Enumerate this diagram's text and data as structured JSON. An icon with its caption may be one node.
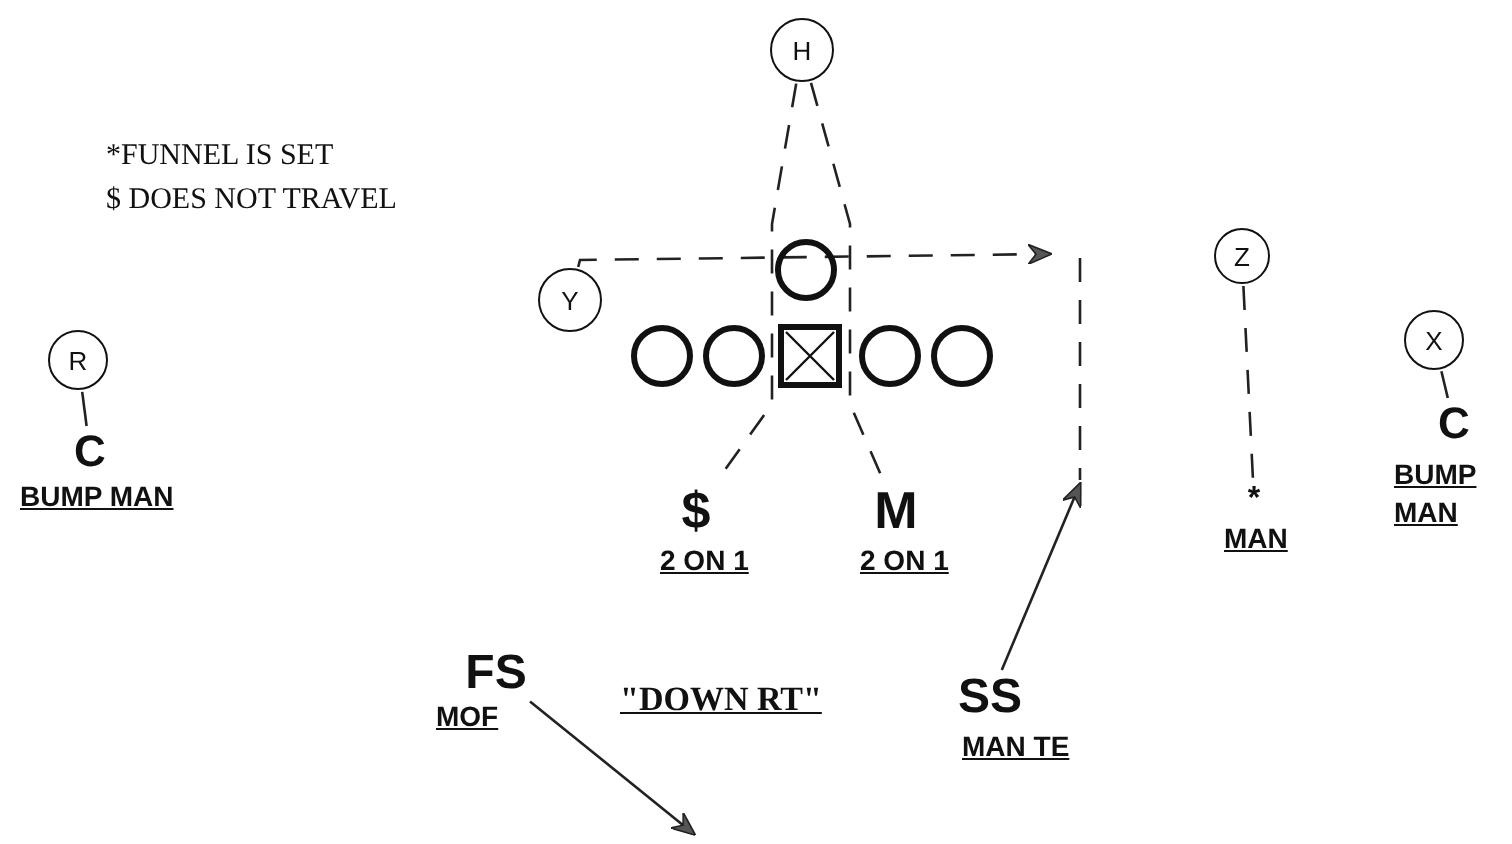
{
  "diagram": {
    "nodes": [
      {
        "text": [
          "H"
        ]
      },
      {
        "text": [
          "Y"
        ]
      },
      {
        "text": [],
        "shape": "circle"
      },
      {
        "text": [
          "Z"
        ]
      },
      {
        "text": [
          "X"
        ]
      },
      {
        "text": [
          "R"
        ]
      },
      {
        "text": [],
        "shape": "circle"
      },
      {
        "text": [],
        "shape": "circle"
      },
      {
        "text": [],
        "shape": "box"
      },
      {
        "text": [],
        "shape": "circle"
      },
      {
        "text": [],
        "shape": "circle"
      },
      {
        "text": [
          "C"
        ],
        "beside": [
          "BUMP MAN"
        ]
      },
      {
        "text": [
          "$"
        ],
        "beside": [
          "2 ON 1"
        ]
      },
      {
        "text": [
          "M"
        ],
        "beside": [
          "2 ON 1"
        ]
      },
      {
        "text": [
          "C"
        ],
        "beside": [
          "BUMP MAN"
        ]
      },
      {
        "text": [
          "*"
        ],
        "beside": [
          "MAN"
        ]
      },
      {
        "text": [
          "FS"
        ],
        "beside": [
          "MOF"
        ]
      },
      {
        "text": [
          "SS"
        ],
        "beside": [
          "MAN TE"
        ]
      }
    ],
    "edges": [
      {
        "from": 0,
        "to": 12,
        "arrow": "none",
        "style": "dashed"
      },
      {
        "from": 0,
        "to": 13,
        "arrow": "none",
        "style": "dashed"
      },
      {
        "from": 1,
        "to": null,
        "arrow": "to",
        "style": "dashed"
      },
      {
        "from": 5,
        "to": 11,
        "arrow": "none"
      },
      {
        "from": 4,
        "to": 14,
        "arrow": "none"
      },
      {
        "from": 3,
        "to": 15,
        "arrow": "none",
        "style": "dashed"
      },
      {
        "from": 16,
        "to": null,
        "arrow": "to"
      },
      {
        "from": 17,
        "to": null,
        "arrow": "to"
      }
    ],
    "labels": [
      "*FUNNEL IS SET",
      "$ DOES NOT TRAVEL",
      "\"DOWN RT\""
    ]
  }
}
